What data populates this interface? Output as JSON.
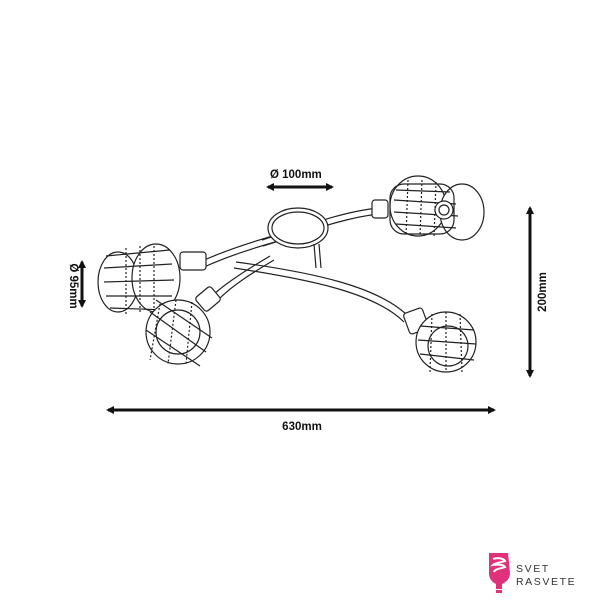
{
  "dimensions": {
    "shade_diameter_top": "Ø 100mm",
    "shade_diameter_left": "Ø 95mm",
    "height": "200mm",
    "width": "630mm"
  },
  "logo": {
    "line1": "SVET",
    "line2": "RASVETE",
    "color": "#e0327a",
    "icon": "lightbulb-spiral-icon"
  }
}
